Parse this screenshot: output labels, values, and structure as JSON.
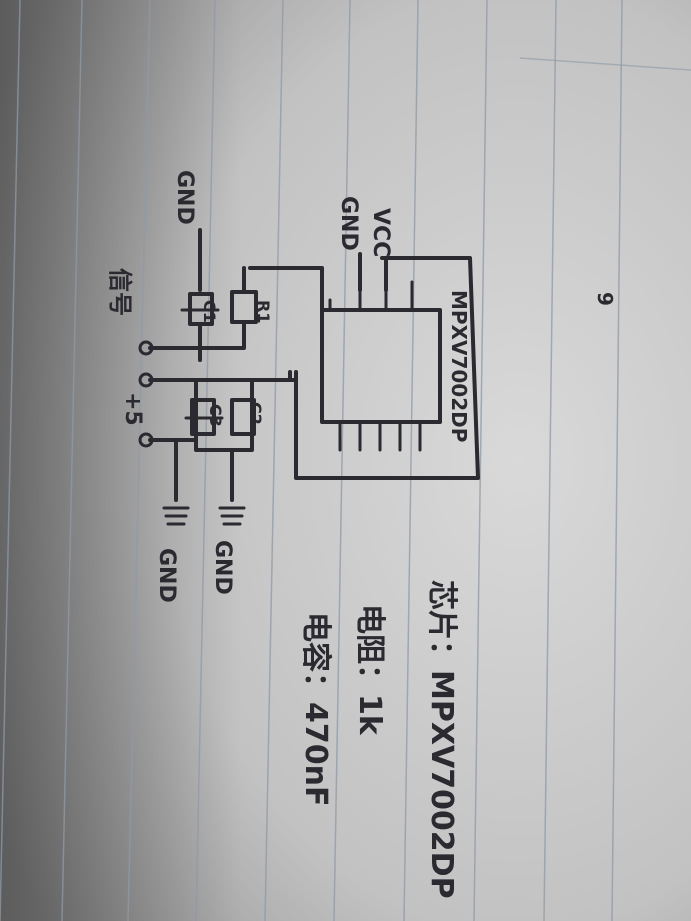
{
  "labels": {
    "gnd_left": "GND",
    "gnd_bottom_1": "GND",
    "gnd_bottom_2": "GND",
    "vcc": "VCC",
    "gnd_top": "GND",
    "signal": "信号",
    "plus5": "+5",
    "chip_name": "MPXV7002DP",
    "chip_label_title": "芯片",
    "resistor_label_title": "电阻",
    "capacitor_label_title": "电容",
    "chip_spec": "芯片：MPXV7002DP",
    "resistor_spec": "电阻：1k",
    "capacitor_spec": "电容：470nF",
    "r1": "R1",
    "c1": "C1",
    "c2": "C2",
    "c3": "C3",
    "page_mark": "9"
  }
}
